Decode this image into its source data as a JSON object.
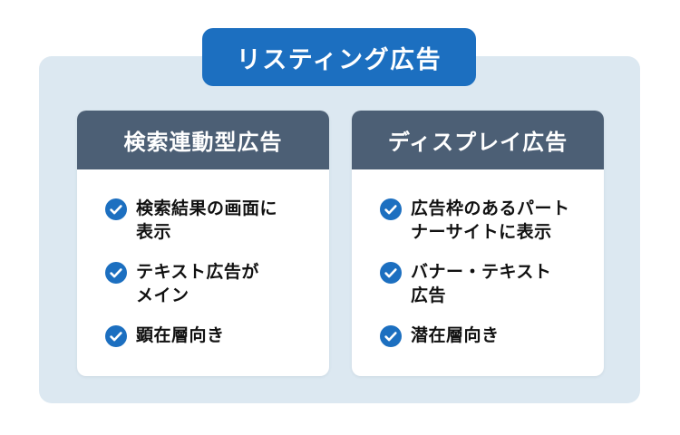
{
  "banner": {
    "label": "リスティング広告"
  },
  "cards": [
    {
      "header": "検索連動型広告",
      "items": [
        "検索結果の画面に\n表示",
        "テキスト広告が\nメイン",
        "顕在層向き"
      ]
    },
    {
      "header": "ディスプレイ広告",
      "items": [
        "広告枠のあるパート\nナーサイトに表示",
        "バナー・テキスト\n広告",
        "潜在層向き"
      ]
    }
  ],
  "icons": {
    "bullet": "check-circle-icon"
  },
  "colors": {
    "accent_blue": "#1c6fc0",
    "header_slate": "#4c5f75",
    "panel_blue": "#dce8f1",
    "card_white": "#ffffff",
    "text_dark": "#111111"
  }
}
